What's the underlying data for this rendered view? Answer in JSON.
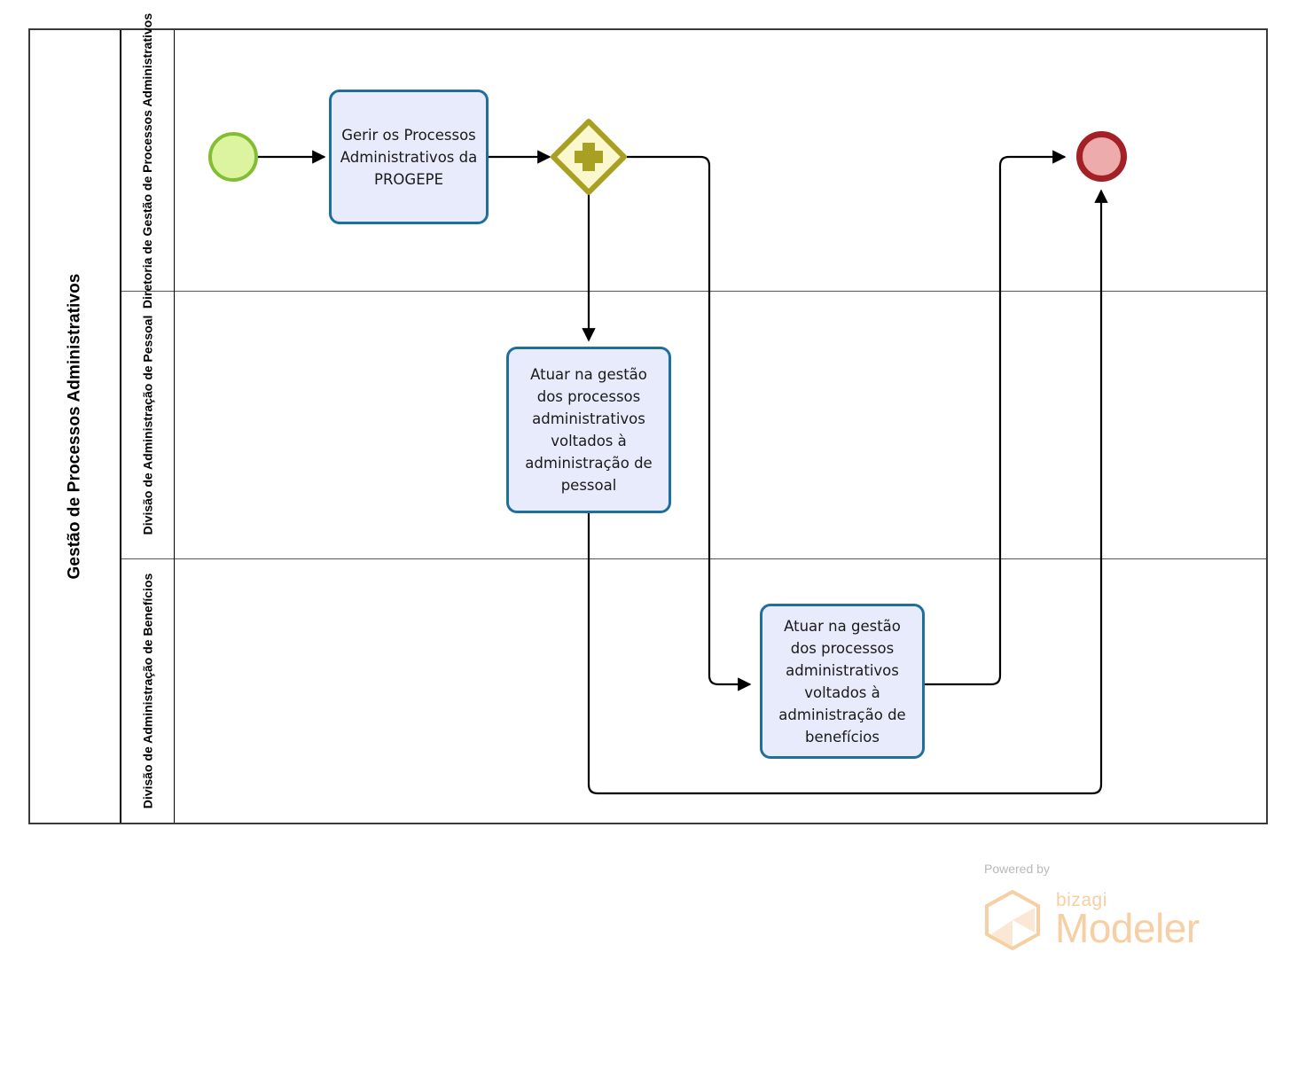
{
  "diagram": {
    "type": "bpmn-process-diagram",
    "pool": {
      "title": "Gestão de Processos Administrativos"
    },
    "lanes": [
      {
        "id": "lane-diretoria",
        "label": "Diretoria de Gestão de Processos Administrativos"
      },
      {
        "id": "lane-pessoal",
        "label": "Divisão de Administração de Pessoal"
      },
      {
        "id": "lane-beneficios",
        "label": "Divisão de Administração de Benefícios"
      }
    ],
    "events": {
      "start": {
        "name": "start-event",
        "label": ""
      },
      "end": {
        "name": "end-event",
        "label": ""
      }
    },
    "gateway": {
      "name": "parallel-gateway",
      "symbol": "+",
      "label": ""
    },
    "tasks": [
      {
        "id": "task-gerir-processos",
        "lane": "lane-diretoria",
        "label": "Gerir os Processos Administrativos da PROGEPE"
      },
      {
        "id": "task-atuar-pessoal",
        "lane": "lane-pessoal",
        "label": "Atuar na gestão dos processos administrativos voltados à administração de pessoal"
      },
      {
        "id": "task-atuar-beneficios",
        "lane": "lane-beneficios",
        "label": "Atuar na gestão dos processos administrativos voltados à administração de benefícios"
      }
    ],
    "colors": {
      "task_fill": "#e8ebfb",
      "task_border": "#1f6f9e",
      "start_fill": "#dcf3a0",
      "start_border": "#83bd34",
      "end_fill": "#eeabab",
      "end_border": "#a32026",
      "gateway_fill": "#fbf8cf",
      "gateway_border": "#a8a022",
      "gateway_symbol": "#a8a022",
      "pool_border": "#3a3a3a",
      "flow_line": "#000000"
    }
  },
  "watermark": {
    "powered_by": "Powered by",
    "brand": "bizagi",
    "product": "Modeler",
    "color": "#f6cfa4"
  }
}
